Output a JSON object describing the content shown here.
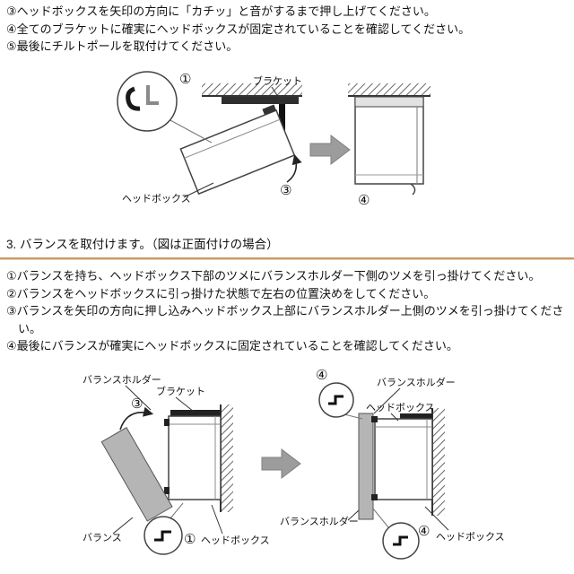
{
  "colors": {
    "divider": "#c79a6b",
    "step_arrow_gray": "#9c9c9c",
    "valance_fill": "#b5b5b5",
    "diagram_line": "#333333"
  },
  "step2_instructions": {
    "line1": "③ヘッドボックスを矢印の方向に「カチッ」と音がするまで押し上げてください。",
    "line2": "④全てのブラケットに確実にヘッドボックスが固定されていることを確認してください。",
    "line3": "⑤最後にチルトポールを取付けてください。"
  },
  "diagram_headbox": {
    "label_step1": "①",
    "label_bracket": "ブラケット",
    "label_step3": "③",
    "label_headbox": "ヘッドボックス",
    "label_step4": "④"
  },
  "section3": {
    "heading": "3. バランスを取付けます。（図は正面付けの場合）",
    "instructions": {
      "line1": "①バランスを持ち、ヘッドボックス下部のツメにバランスホルダー下側のツメを引っ掛けてください。",
      "line2": "②バランスをヘッドボックスに引っ掛けた状態で左右の位置決めをしてください。",
      "line3": "③バランスを矢印の方向に押し込みヘッドボックス上部にバランスホルダー上側のツメを引っ掛けてください。",
      "line4": "④最後にバランスが確実にヘッドボックスに固定されていることを確認してください。"
    }
  },
  "diagram_valance": {
    "left": {
      "label_balance_holder": "バランスホルダー",
      "label_step3": "③",
      "label_bracket": "ブラケット",
      "label_balance": "バランス",
      "label_step1": "①",
      "label_headbox": "ヘッドボックス"
    },
    "right": {
      "label_step4_top": "④",
      "label_balance_holder_top": "バランスホルダー",
      "label_headbox_top": "ヘッドボックス",
      "label_balance_holder_bottom": "バランスホルダー",
      "label_step4_bottom": "④",
      "label_headbox_bottom": "ヘッドボックス"
    }
  }
}
